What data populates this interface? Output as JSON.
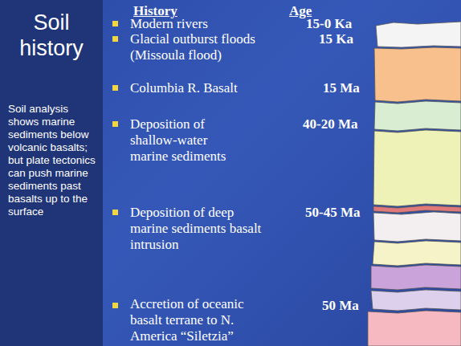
{
  "diagram": {
    "title": "Soil history",
    "labels": [
      "Soil analysis shows marine sediments below volcanic basalts; but plate tectonics can push marine sediments past basalts up to the surface",
      "History",
      "Age",
      "Modern rivers",
      "15-0 Ka",
      "Glacial outburst floods (Missoula flood)",
      "15 Ka",
      "Columbia R. Basalt",
      "15 Ma",
      "Deposition of shallow-water marine sediments",
      "40-20 Ma",
      "Deposition of deep marine sediments basalt intrusion",
      "50-45 Ma",
      "Accretion of oceanic basalt terrane to N. America “Siletzia”",
      "50 Ma"
    ]
  }
}
